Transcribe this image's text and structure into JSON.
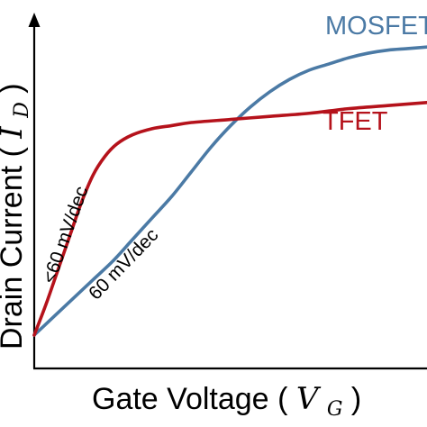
{
  "chart_data": {
    "type": "line",
    "xlabel": "Gate Voltage",
    "xlabel_symbol": "V",
    "xlabel_subscript": "G",
    "ylabel": "Drain Current",
    "ylabel_symbol": "I",
    "ylabel_subscript": "D",
    "series": [
      {
        "name": "MOSFET",
        "color": "#4b7aa5",
        "x": [
          0.0,
          0.05,
          0.1,
          0.15,
          0.2,
          0.25,
          0.3,
          0.35,
          0.4,
          0.45,
          0.5,
          0.55,
          0.6,
          0.65,
          0.7,
          0.75,
          0.8,
          0.85,
          0.9,
          0.95,
          1.0
        ],
        "y": [
          0.0,
          0.06,
          0.12,
          0.18,
          0.24,
          0.31,
          0.38,
          0.45,
          0.53,
          0.61,
          0.68,
          0.74,
          0.79,
          0.83,
          0.86,
          0.88,
          0.9,
          0.915,
          0.925,
          0.93,
          0.935
        ]
      },
      {
        "name": "TFET",
        "color": "#b5121b",
        "x": [
          0.0,
          0.03,
          0.06,
          0.09,
          0.12,
          0.15,
          0.18,
          0.21,
          0.25,
          0.3,
          0.35,
          0.4,
          0.5,
          0.6,
          0.7,
          0.8,
          0.9,
          1.0
        ],
        "y": [
          0.0,
          0.1,
          0.21,
          0.32,
          0.43,
          0.52,
          0.58,
          0.62,
          0.65,
          0.67,
          0.68,
          0.69,
          0.7,
          0.71,
          0.72,
          0.735,
          0.745,
          0.755
        ]
      }
    ],
    "annotations": [
      {
        "text": "<60 mV/dec",
        "series": "TFET",
        "color": "#000000"
      },
      {
        "text": "60 mV/dec",
        "series": "MOSFET",
        "color": "#000000"
      }
    ],
    "xlim": [
      0,
      1
    ],
    "ylim": [
      0,
      1
    ],
    "grid": false,
    "ticks": false
  }
}
